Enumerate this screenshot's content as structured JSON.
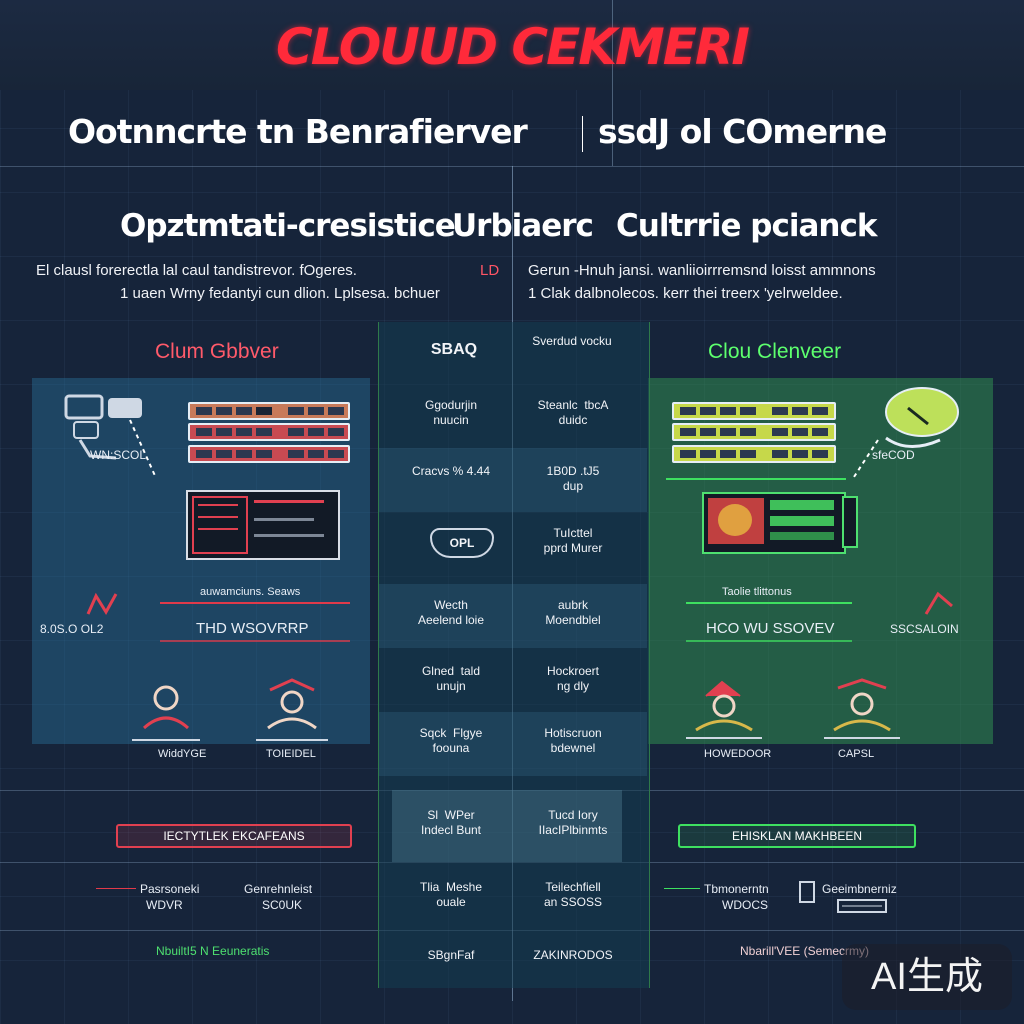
{
  "header": {
    "title": "CLOUUD CEKMERI",
    "subtitle_left": "Ootnncrte tn Benrafierver",
    "subtitle_right": "ssdJ ol COmerne",
    "section_left": "Opztmtati-cresistice",
    "section_mid": "Urbiaerc",
    "section_right": "Cultrrie pcianck"
  },
  "descriptions": {
    "left_line1": "El clausl forerectla lal caul tandistrevor.  fOgeres.",
    "left_line1_tag": "LD",
    "left_line2": "1 uaen Wrny fedantyi cun dlion.  Lplsesa. bchuer",
    "right_line1": "Gerun  -Hnuh  jansi. wanliioirrremsnd loisst ammnons",
    "right_line2": "1 Clak dalbnolecos. kerr thei treerx 'yelrweldee."
  },
  "left_panel": {
    "title": "Clum Gbbver",
    "connector_label": "WN:SCOL",
    "line_label": "auwamciuns. Seaws",
    "metric_left": "8.0S.O OL2",
    "metric_main": "THD WSOVRRP",
    "figure_label_1": "WiddYGE",
    "figure_label_2": "TOIEIDEL",
    "bottom_pill": "IECTYTLEK EKCAFEANS",
    "bottom_left_a": "Pasrsoneki",
    "bottom_left_b": "WDVR",
    "bottom_right_a": "Genrehnleist",
    "bottom_right_b": "SC0UK",
    "footer": "NbuiltI5 N  Eeuneratis"
  },
  "right_panel": {
    "title": "Clou Clenveer",
    "connector_label": "sfeCOD",
    "line_label": "Taolie tlittonus",
    "metric_main": "HCO WU SSOVEV",
    "metric_right": "SSCSALOIN",
    "figure_label_1": "HOWEDOOR",
    "figure_label_2": "CAPSL",
    "bottom_pill": "EHISKLAN MAKHBEEN",
    "bottom_left_a": "Tbmonerntn",
    "bottom_left_b": "WDOCS",
    "bottom_right_a": "Geeimbnerniz",
    "footer": "Nbarill'VEE  (Semecrmy)"
  },
  "center": {
    "header_icon": "SBAQ",
    "header_right": "Sverdud vocku",
    "rows": [
      {
        "left": "Ggodurjin\nnuucin",
        "right": "Steanlc  tbcA\nduidc"
      },
      {
        "left": "Cracvs % 4.44",
        "right": "1B0D .tJ5\ndup"
      },
      {
        "left": "OPL",
        "right": "TuIcttel\npprd Murer"
      },
      {
        "left": "Wecth\nAeelend loie",
        "right": "aubrk\nMoendblel"
      },
      {
        "left": "Glned  tald\nunujn",
        "right": "Hockroert\nng dly"
      },
      {
        "left": "Sqck  Flgye\nfoouna",
        "right": "Hotiscruon\nbdewnel"
      },
      {
        "left": "Sl  WPer\nIndecl Bunt",
        "right": "Tucd Iory\nIIacIPlbinmts"
      },
      {
        "left": "Tlia  Meshe\nouale",
        "right": "Teilechfiell\nan SSOSS"
      },
      {
        "left": "SBgnFaf",
        "right": "ZAKINRODOS"
      }
    ]
  },
  "watermark": "AI生成",
  "colors": {
    "accent_red": "#ff2a3a",
    "accent_green": "#3ee060",
    "background": "#16243a"
  }
}
